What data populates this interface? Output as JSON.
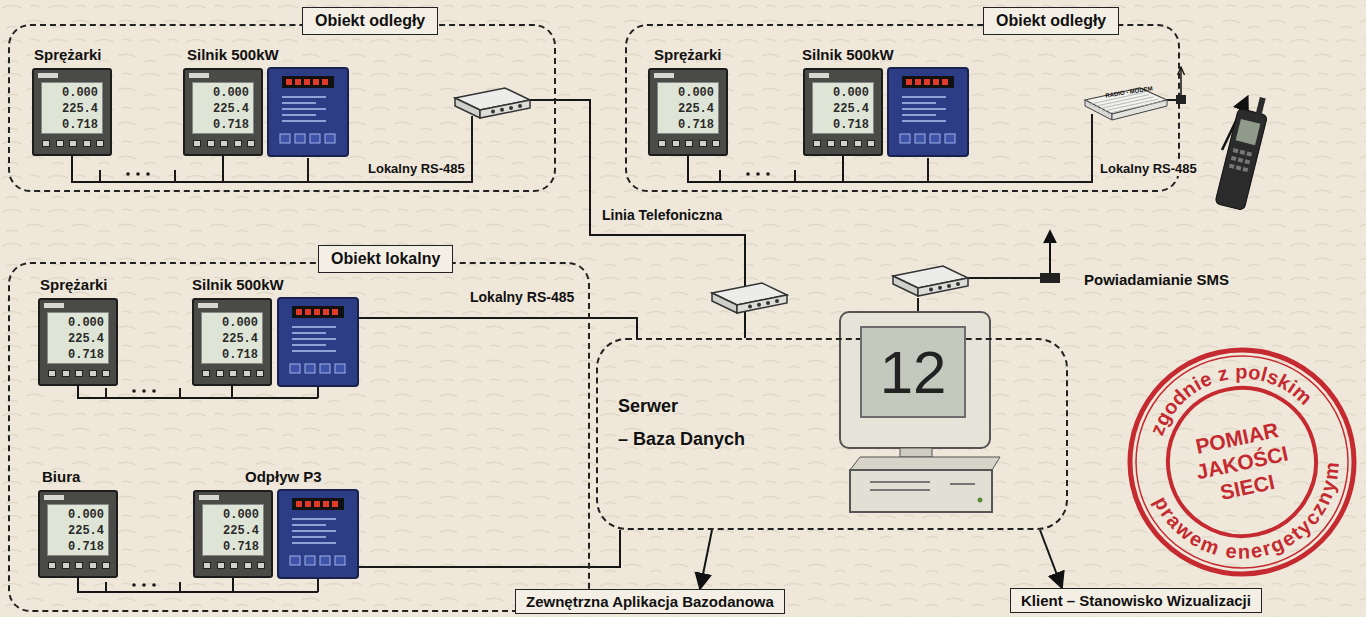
{
  "diagram": {
    "nodes": [
      {
        "text": [
          "Obiekt odległy"
        ]
      },
      {
        "text": [
          "Sprężarki",
          "0.000",
          "225.4",
          "0.718"
        ],
        "in": 0
      },
      {
        "text": [
          "Silnik 500kW",
          "0.000",
          "225.4",
          "0.718"
        ],
        "in": 0
      },
      {
        "text": [
          "Obiekt odległy"
        ]
      },
      {
        "text": [
          "Sprężarki",
          "0.000",
          "225.4",
          "0.718"
        ],
        "in": 3
      },
      {
        "text": [
          "Silnik 500kW",
          "0.000",
          "225.4",
          "0.718"
        ],
        "in": 3
      },
      {
        "text": [
          "Obiekt lokalny"
        ]
      },
      {
        "text": [
          "Sprężarki",
          "0.000",
          "225.4",
          "0.718"
        ],
        "in": 6
      },
      {
        "text": [
          "Silnik 500kW",
          "0.000",
          "225.4",
          "0.718"
        ],
        "in": 6
      },
      {
        "text": [
          "Biura",
          "0.000",
          "225.4",
          "0.718"
        ],
        "in": 6
      },
      {
        "text": [
          "Odpływ P3",
          "0.000",
          "225.4",
          "0.718"
        ],
        "in": 6
      },
      {
        "text": [
          "Serwer",
          "– Baza Danych"
        ]
      },
      {
        "text": [
          "12"
        ],
        "in": 11
      },
      {
        "text": [
          "Zewnętrzna Aplikacja Bazodanowa"
        ]
      },
      {
        "text": [
          "Klient – Stanowisko Wizualizacji"
        ]
      },
      {
        "text": [
          "zgodnie z polskim",
          "prawem energetycznym",
          "POMIAR JAKOŚCI SIECI"
        ]
      }
    ],
    "edges": [
      {
        "from": 0,
        "to": 11,
        "arrow": "none",
        "label": "Linia Telefoniczna"
      },
      {
        "from": 1,
        "to": 2,
        "arrow": "none"
      },
      {
        "from": 4,
        "to": 5,
        "arrow": "none"
      },
      {
        "from": 6,
        "to": 11,
        "arrow": "none",
        "label": "Lokalny RS-485"
      },
      {
        "from": 6,
        "to": 11,
        "arrow": "none"
      },
      {
        "from": 7,
        "to": 8,
        "arrow": "none"
      },
      {
        "from": 9,
        "to": 10,
        "arrow": "none"
      },
      {
        "from": 11,
        "to": 13,
        "arrow": "to"
      },
      {
        "from": 11,
        "to": 14,
        "arrow": "to"
      }
    ],
    "labels": [
      "Lokalny RS-485",
      "Lokalny RS-485",
      "Powiadamianie SMS",
      "RADIO - MODEM"
    ]
  }
}
